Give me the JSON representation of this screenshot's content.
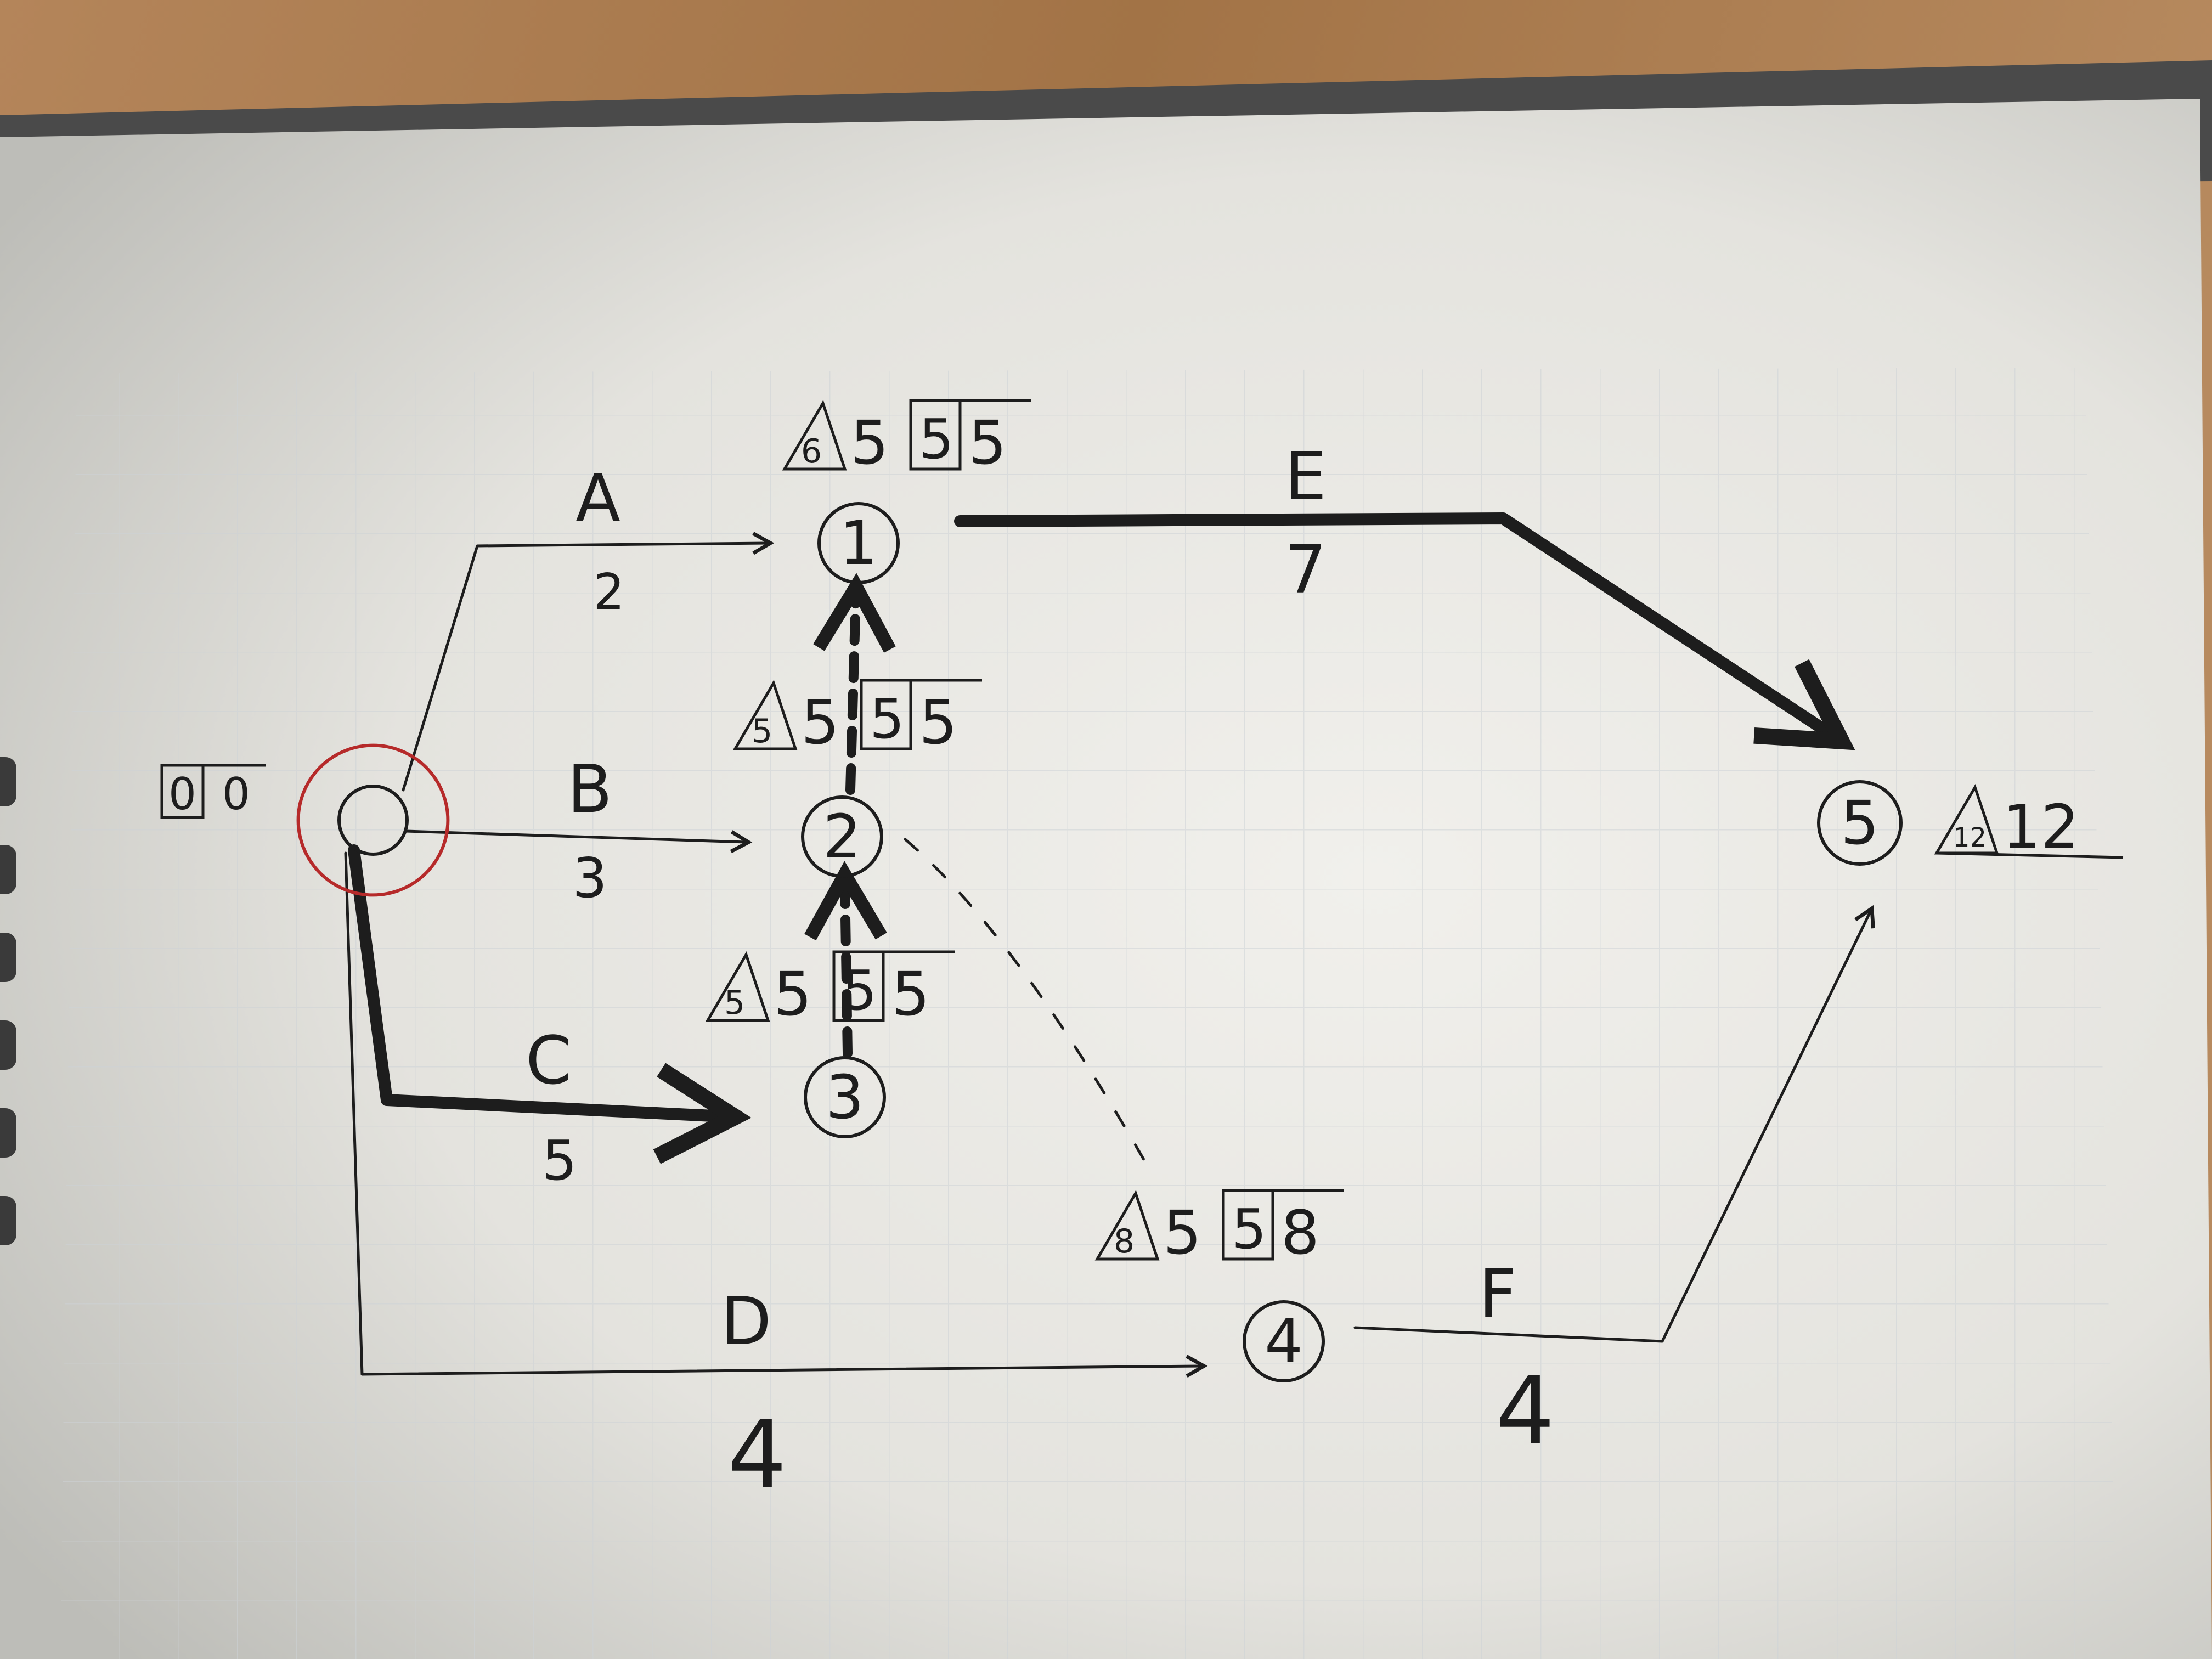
{
  "colors": {
    "ink": "#1d1d1d",
    "paper": "#e7e6e1",
    "grid": "#c9cfd3",
    "wood": "#a97a4a",
    "binder": "#4a4a4a",
    "highlight": "#b62a2a"
  },
  "nodes": [
    {
      "id": "start",
      "label": "",
      "highlighted": true
    },
    {
      "id": "n1",
      "label": "1"
    },
    {
      "id": "n2",
      "label": "2"
    },
    {
      "id": "n3",
      "label": "3"
    },
    {
      "id": "n4",
      "label": "4"
    },
    {
      "id": "n5",
      "label": "5"
    }
  ],
  "node_annotations": {
    "start": {
      "box": "0",
      "late": "0"
    },
    "n1": {
      "tri": "6",
      "early": "5",
      "box": "5",
      "late": "5"
    },
    "n2": {
      "tri": "5",
      "early": "5",
      "box": "5",
      "late": "5"
    },
    "n3": {
      "tri": "5",
      "early": "5",
      "box": "5",
      "late": "5"
    },
    "n4": {
      "tri": "8",
      "early": "5",
      "box": "5",
      "late": "8"
    },
    "n5": {
      "tri": "12",
      "early": "12"
    }
  },
  "activities": [
    {
      "id": "A",
      "label": "A",
      "duration": "2",
      "from": "start",
      "to": "n1",
      "critical": false
    },
    {
      "id": "B",
      "label": "B",
      "duration": "3",
      "from": "start",
      "to": "n2",
      "critical": false
    },
    {
      "id": "C",
      "label": "C",
      "duration": "5",
      "from": "start",
      "to": "n3",
      "critical": true
    },
    {
      "id": "D",
      "label": "D",
      "duration": "4",
      "from": "start",
      "to": "n4",
      "critical": false
    },
    {
      "id": "E",
      "label": "E",
      "duration": "7",
      "from": "n1",
      "to": "n5",
      "critical": true
    },
    {
      "id": "F",
      "label": "F",
      "duration": "4",
      "from": "n4",
      "to": "n5",
      "critical": false
    }
  ],
  "dummies": [
    {
      "from": "n3",
      "to": "n2",
      "critical": true
    },
    {
      "from": "n2",
      "to": "n1",
      "critical": true
    },
    {
      "from": "n2",
      "to": "n4",
      "critical": false
    }
  ]
}
